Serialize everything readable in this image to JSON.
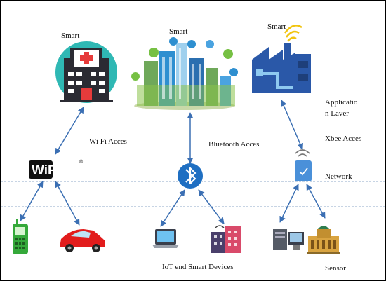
{
  "labels": {
    "smart_left": "Smart",
    "smart_center": "Smart",
    "smart_right": "Smart",
    "application_layer_1": "Applicatio",
    "application_layer_2": "n Laver",
    "wifi_access": "Wi Fi Acces",
    "bluetooth_access": "Bluetooth Acces",
    "xbee_access": "Xbee Acces",
    "network": "Network",
    "iot_devices": "IoT end Smart Devices",
    "sensor": "Sensor",
    "wifi_logo": "WiFi",
    "wifi_registered": "®"
  },
  "icons": [
    "hospital-icon",
    "smart-city-icon",
    "factory-icon",
    "wifi-logo-icon",
    "bluetooth-icon",
    "xbee-gateway-icon",
    "phone-icon",
    "car-icon",
    "laptop-icon",
    "building-icon",
    "computer-icon",
    "sensor-building-icon"
  ],
  "colors": {
    "arrow": "#3b6fb3",
    "divider": "#8fa8c9",
    "hospital_teal": "#2fb8b4",
    "hospital_red": "#e63b3b",
    "bluetooth_blue": "#1f6fc2",
    "factory_blue": "#2a58a8",
    "factory_yellow": "#f1c40f",
    "phone_green": "#35a93a",
    "car_red": "#e21c1c"
  }
}
